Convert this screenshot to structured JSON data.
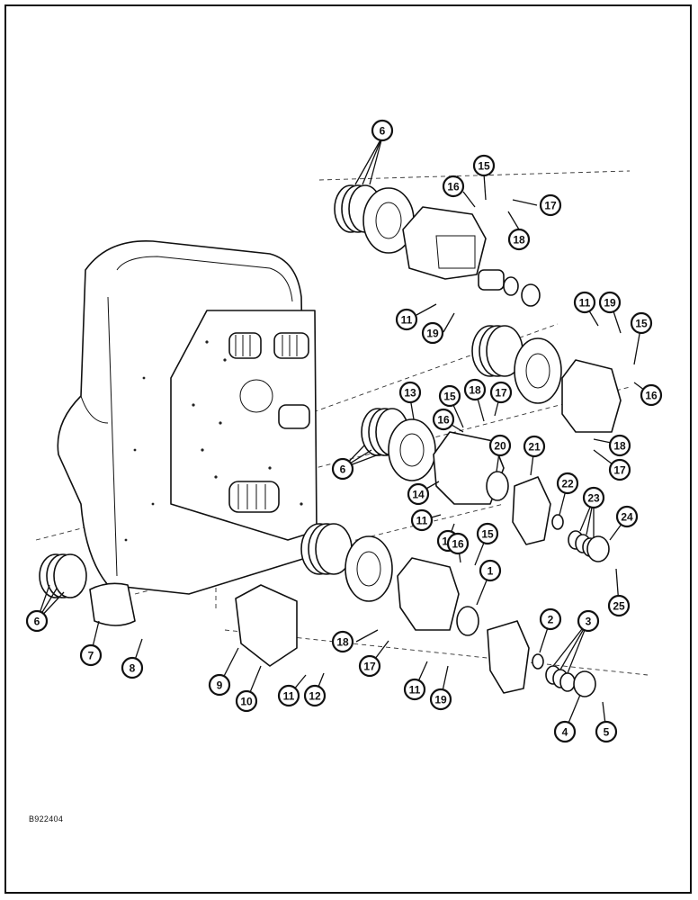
{
  "figure_id": "B922404",
  "callouts": [
    {
      "label": "6"
    },
    {
      "label": "15"
    },
    {
      "label": "16"
    },
    {
      "label": "17"
    },
    {
      "label": "18"
    },
    {
      "label": "11"
    },
    {
      "label": "19"
    },
    {
      "label": "11"
    },
    {
      "label": "19"
    },
    {
      "label": "15"
    },
    {
      "label": "16"
    },
    {
      "label": "13"
    },
    {
      "label": "15"
    },
    {
      "label": "18"
    },
    {
      "label": "17"
    },
    {
      "label": "16"
    },
    {
      "label": "6"
    },
    {
      "label": "20"
    },
    {
      "label": "21"
    },
    {
      "label": "18"
    },
    {
      "label": "17"
    },
    {
      "label": "14"
    },
    {
      "label": "22"
    },
    {
      "label": "23"
    },
    {
      "label": "24"
    },
    {
      "label": "11"
    },
    {
      "label": "19"
    },
    {
      "label": "16"
    },
    {
      "label": "15"
    },
    {
      "label": "25"
    },
    {
      "label": "1"
    },
    {
      "label": "6"
    },
    {
      "label": "7"
    },
    {
      "label": "8"
    },
    {
      "label": "2"
    },
    {
      "label": "3"
    },
    {
      "label": "18"
    },
    {
      "label": "17"
    },
    {
      "label": "9"
    },
    {
      "label": "10"
    },
    {
      "label": "11"
    },
    {
      "label": "12"
    },
    {
      "label": "11"
    },
    {
      "label": "19"
    },
    {
      "label": "4"
    },
    {
      "label": "5"
    }
  ]
}
